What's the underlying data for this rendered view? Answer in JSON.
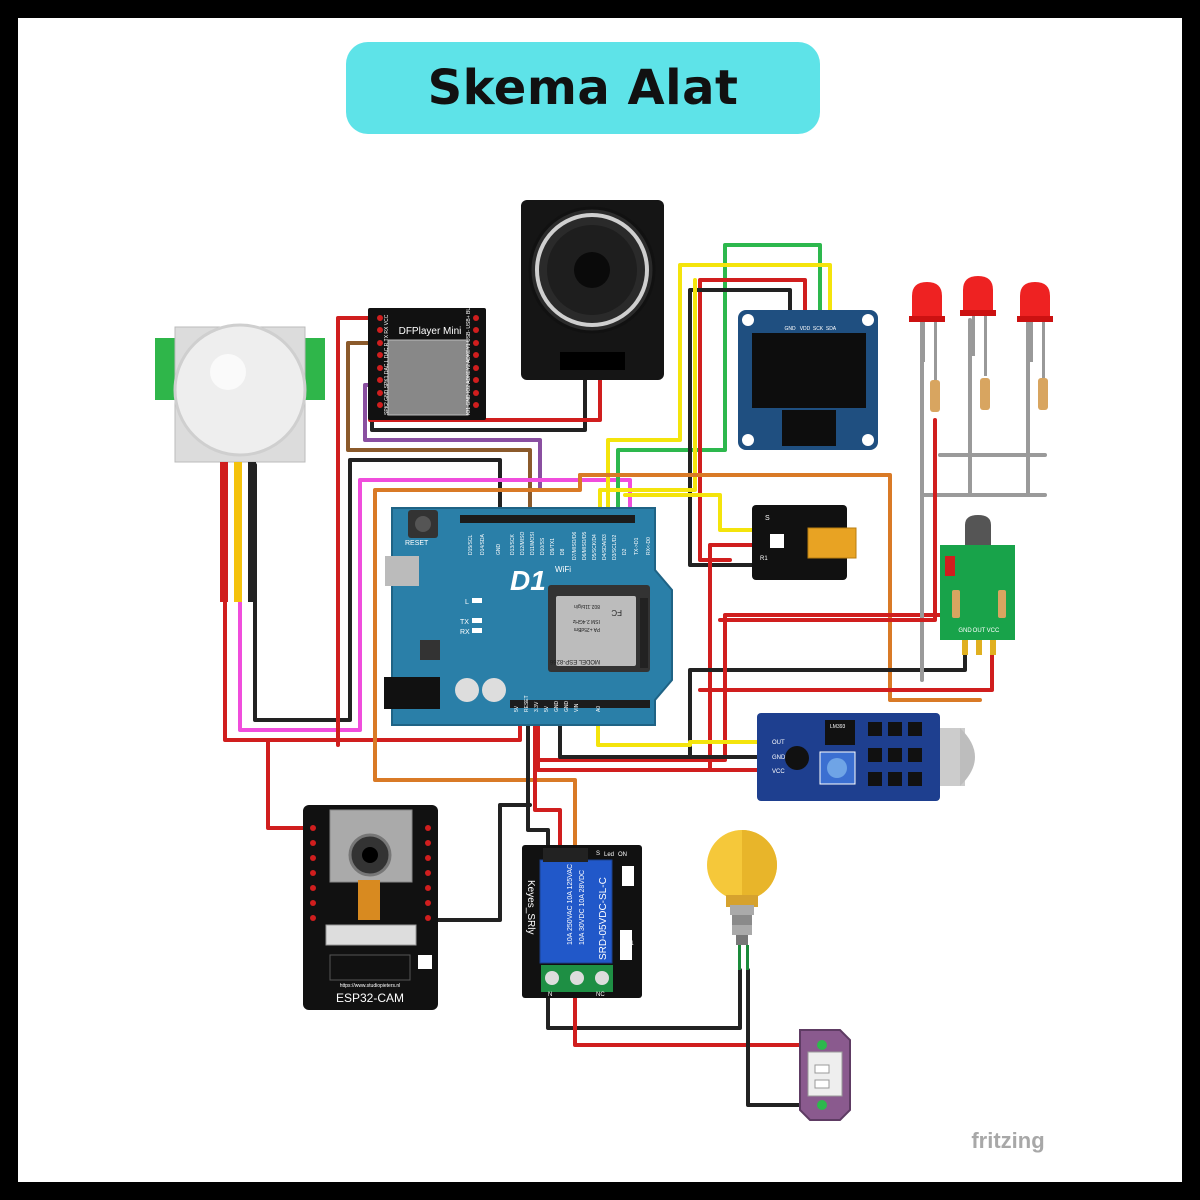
{
  "title": "Skema Alat",
  "watermark": "fritzing",
  "colors": {
    "title_bg": "#5ee3e8",
    "board": "#2a7fa8",
    "red_wire": "#d01e1e",
    "black_wire": "#222222",
    "yellow_wire": "#f4e40c",
    "green_wire": "#2db84d",
    "orange_wire": "#d97a26",
    "magenta_wire": "#f04ddc",
    "brown_wire": "#8b5a2b",
    "purple_wire": "#8a4fa0",
    "grey_wire": "#9a9a9a"
  },
  "components": {
    "dfplayer": {
      "name": "DFPlayer Mini",
      "pins_left": "SPK2 GND SPK1 DAC L DAC R TX RX VCC",
      "pins_right": "IO1 GND IO2 ADKEY2 ADKEY1 USB- USB+ BUSY"
    },
    "d1": {
      "logo": "D1",
      "wifi": "WiFi",
      "reset": "RESET",
      "top_pins": [
        "D15/SCL",
        "D14/SDA",
        "GND",
        "D13/SCK",
        "D12/MISO",
        "D11/MOSI",
        "D10/SS",
        "D9/TX1",
        "D8",
        "D7/MISO/D6",
        "D6/MISO/D5",
        "D5/SCK/D4",
        "D4/SDA/D3",
        "D3/SCL/D2",
        "D2",
        "TX->D1",
        "RX<-D0"
      ],
      "bottom_pins": [
        "5V",
        "RESET",
        "3.3V",
        "5V",
        "GND",
        "GND",
        "VIN",
        "A0"
      ],
      "leds": [
        "L",
        "TX",
        "RX"
      ],
      "module_lines": [
        "MODEL ESP-8266",
        "FC",
        "ISM 2.4GHz",
        "PA +25dBm",
        "802.11b/g/n"
      ]
    },
    "oled": {
      "pins": [
        "GND",
        "VDD",
        "SCK",
        "SDA"
      ]
    },
    "ir_sensor": {
      "pins": [
        "S",
        "R1"
      ]
    },
    "temp_module": {
      "pins": [
        "GND",
        "OUT",
        "VCC"
      ]
    },
    "sound_sensor": {
      "pins": [
        "OUT",
        "GND",
        "VCC"
      ],
      "chip": "LM393"
    },
    "relay": {
      "brand": "Keyes_SRly",
      "label_on": "ON",
      "label_led": "Led",
      "label_s": "S",
      "ratings": [
        "10A 250VAC 10A 125VAC",
        "10A 30VDC 10A 28VDC"
      ],
      "model": "SRD-05VDC-SL-C",
      "label_d1": "D1",
      "term_n": "N",
      "term_nc": "NC"
    },
    "esp32cam": {
      "name": "ESP32-CAM",
      "url": "https://www.studiopieters.nl"
    }
  }
}
